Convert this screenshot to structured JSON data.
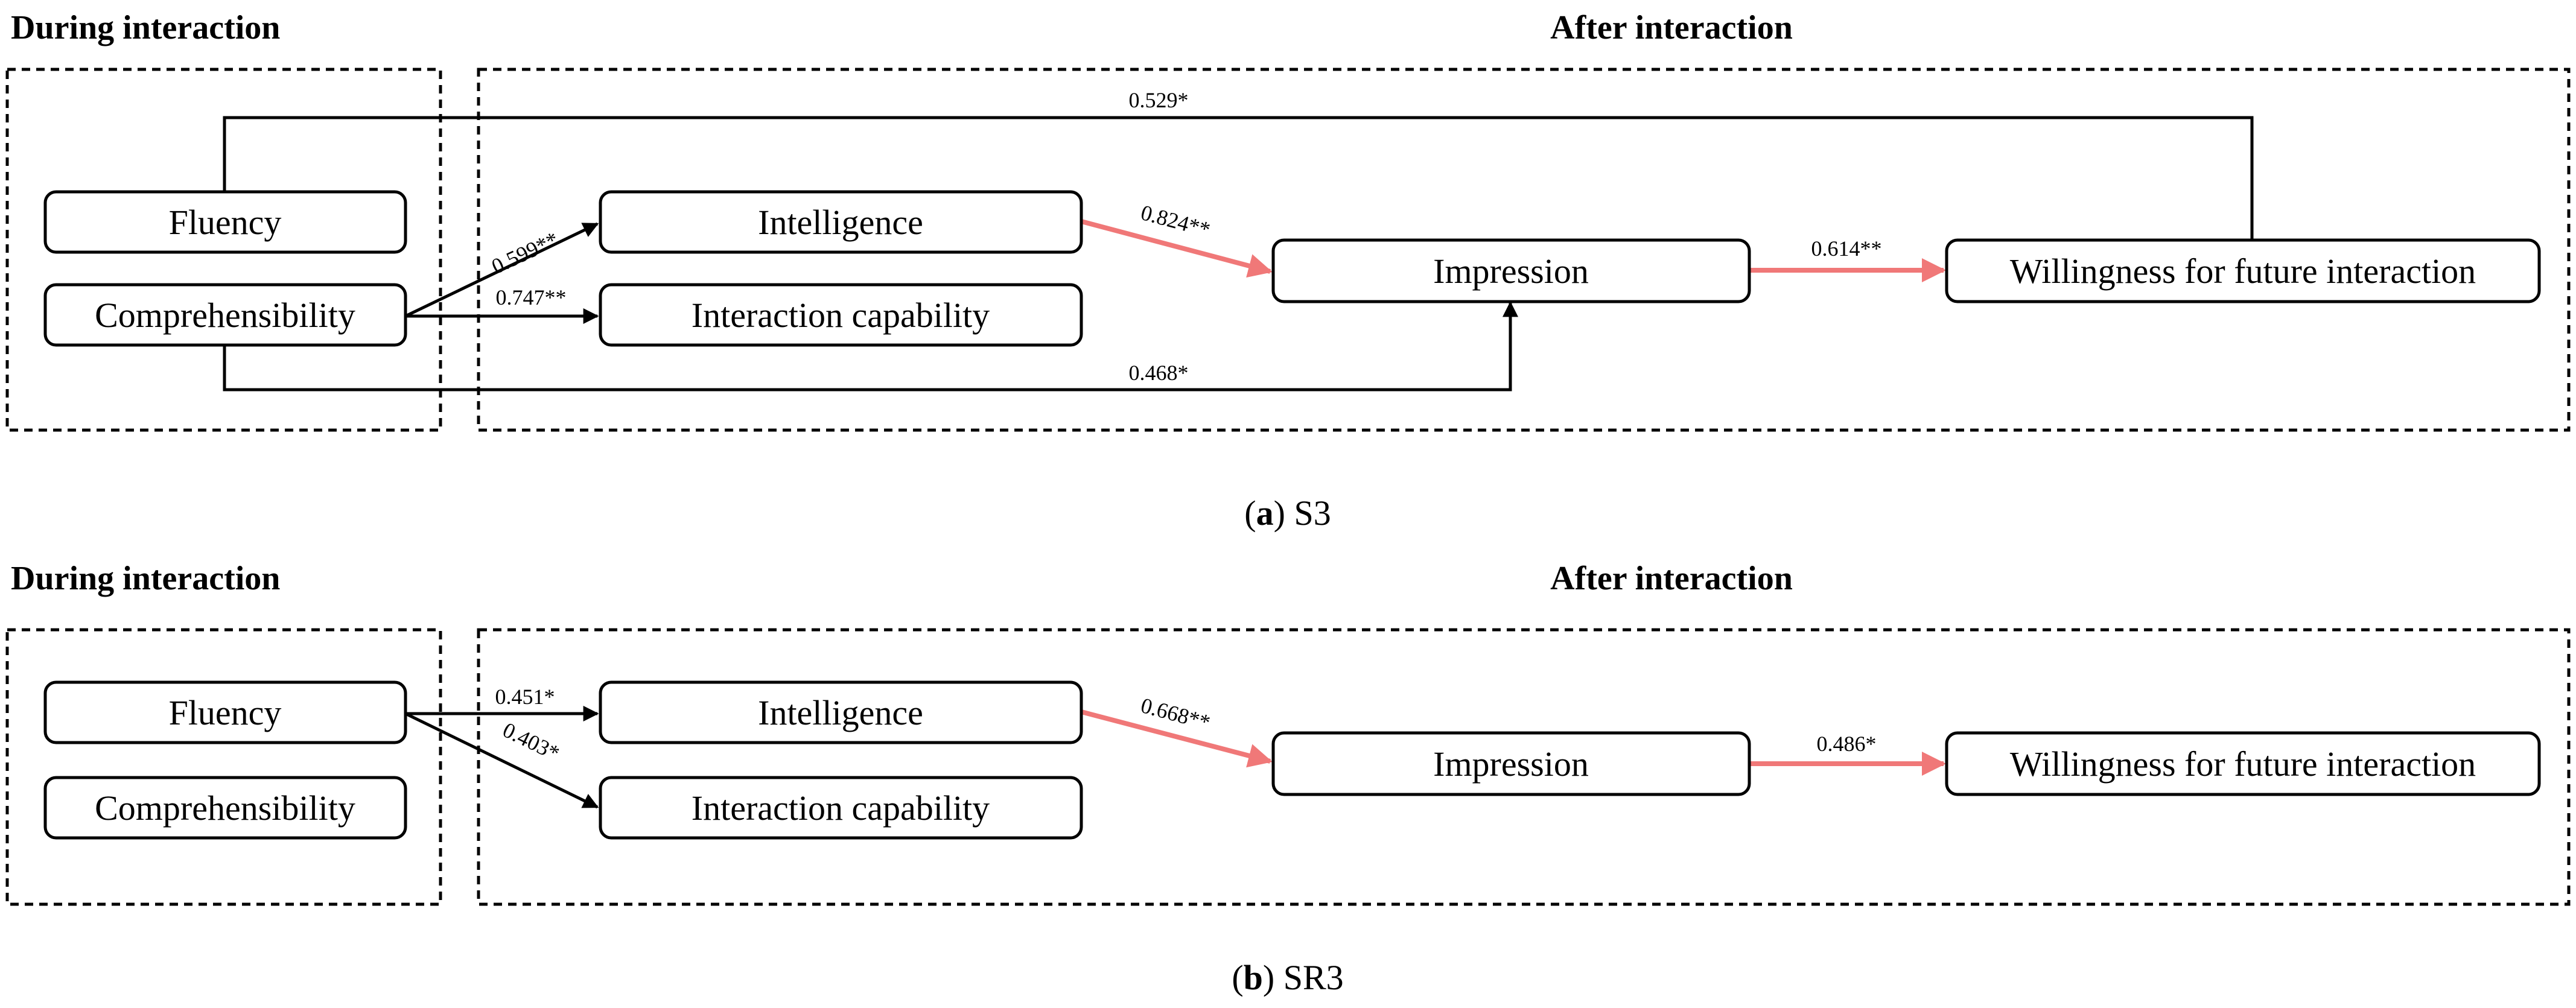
{
  "panels": [
    {
      "during_title": "During interaction",
      "after_title": "After interaction",
      "caption_letter": "a",
      "caption_text": "S3",
      "nodes": {
        "fluency": "Fluency",
        "comprehensibility": "Comprehensibility",
        "intelligence": "Intelligence",
        "interaction_capability": "Interaction capability",
        "impression": "Impression",
        "willingness": "Willingness for future interaction"
      },
      "paths": {
        "fluency_to_willingness": "0.529*",
        "comp_to_intelligence": "0.599**",
        "comp_to_interaction": "0.747**",
        "comp_to_impression": "0.468*",
        "intelligence_to_impression": "0.824**",
        "impression_to_willingness": "0.614**"
      }
    },
    {
      "during_title": "During interaction",
      "after_title": "After interaction",
      "caption_letter": "b",
      "caption_text": "SR3",
      "nodes": {
        "fluency": "Fluency",
        "comprehensibility": "Comprehensibility",
        "intelligence": "Intelligence",
        "interaction_capability": "Interaction capability",
        "impression": "Impression",
        "willingness": "Willingness for future interaction"
      },
      "paths": {
        "fluency_to_intelligence": "0.451*",
        "fluency_to_interaction": "0.403*",
        "intelligence_to_impression": "0.668**",
        "impression_to_willingness": "0.486*"
      }
    }
  ],
  "colors": {
    "black_path": "#000000",
    "red_path": "#f07878"
  }
}
